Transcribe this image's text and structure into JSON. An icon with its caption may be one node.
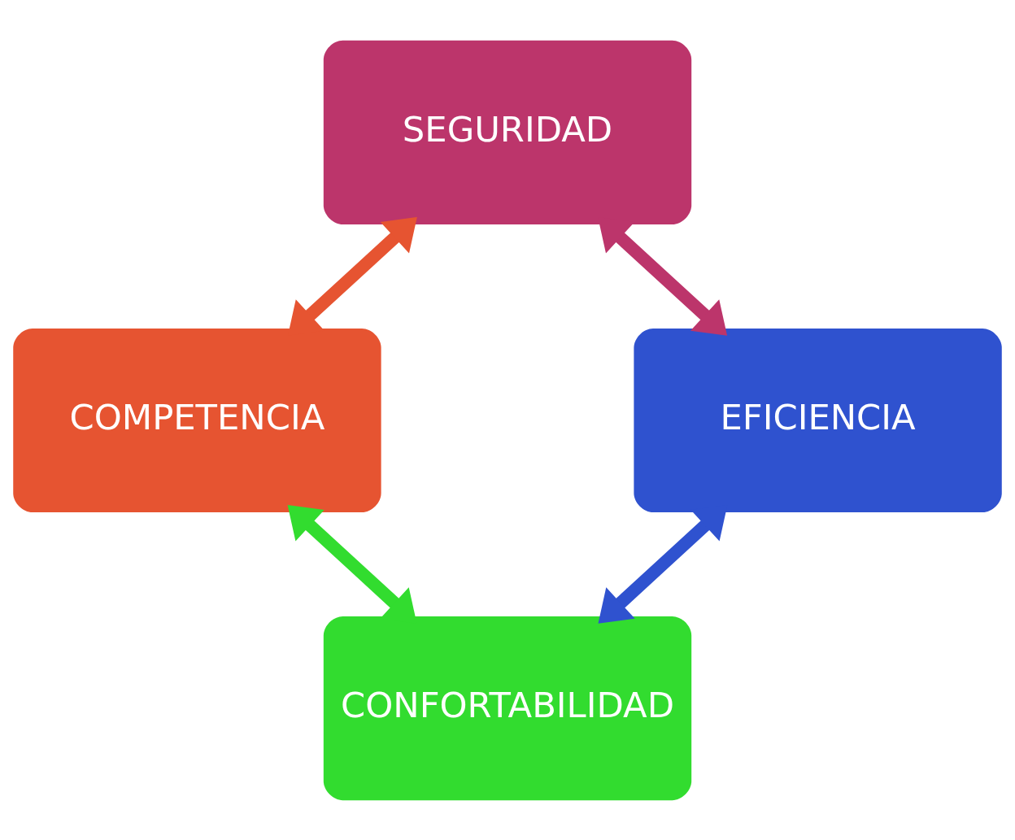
{
  "diagram": {
    "nodes": [
      {
        "text": [
          "SEGURIDAD"
        ]
      },
      {
        "text": [
          "COMPETENCIA"
        ]
      },
      {
        "text": [
          "EFICIENCIA"
        ]
      },
      {
        "text": [
          "CONFORTABILIDAD"
        ]
      }
    ],
    "edges": [
      {
        "from": 0,
        "to": 1,
        "arrow": "both",
        "color": "#e65431"
      },
      {
        "from": 0,
        "to": 2,
        "arrow": "both",
        "color": "#bc356b"
      },
      {
        "from": 1,
        "to": 3,
        "arrow": "both",
        "color": "#32dc2f"
      },
      {
        "from": 2,
        "to": 3,
        "arrow": "both",
        "color": "#2f52cf"
      }
    ]
  }
}
